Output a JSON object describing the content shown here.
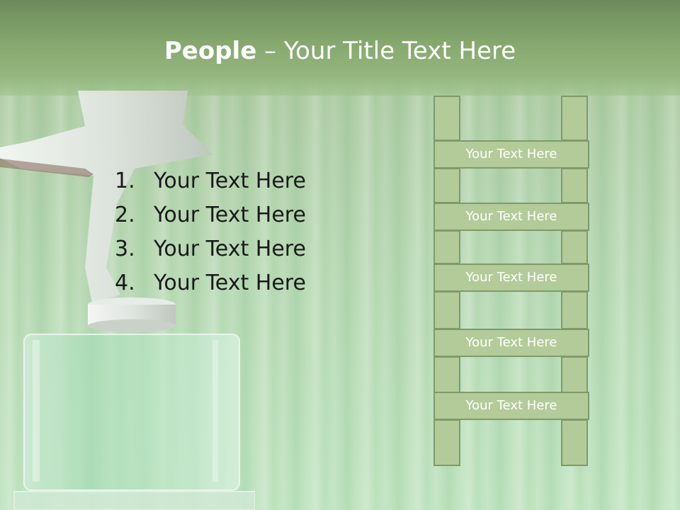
{
  "slide": {
    "title_bold": "People",
    "title_rest": " – Your Title Text Here",
    "list": [
      {
        "num": "1.",
        "text": "Your Text Here"
      },
      {
        "num": "2.",
        "text": "Your Text Here"
      },
      {
        "num": "3.",
        "text": "Your Text Here"
      },
      {
        "num": "4.",
        "text": "Your Text Here"
      }
    ],
    "ladder": [
      "Your Text Here",
      "Your Text Here",
      "Your Text Here",
      "Your Text Here",
      "Your Text Here"
    ]
  },
  "colors": {
    "title_band": "#86a86e",
    "ladder_fill": "#b3cb99",
    "ladder_border": "#7f9a6a",
    "title_text": "#ffffff",
    "list_text": "#1a1a1a"
  }
}
